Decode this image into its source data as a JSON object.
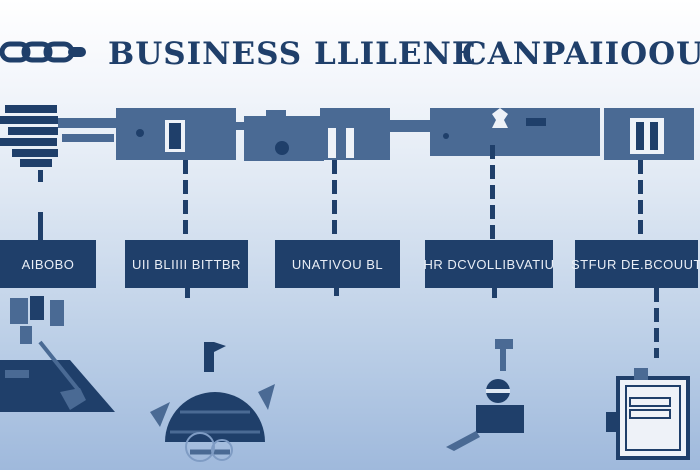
{
  "header": {
    "title_left": "BUSINESS LLILENE",
    "title_right": "CANPAIIOOU"
  },
  "stages": [
    {
      "label": "AIBOBO"
    },
    {
      "label": "UII BLIIII BITTBR"
    },
    {
      "label": "UNATIVOU BL"
    },
    {
      "label": "HR DCVOLLIBVATIU"
    },
    {
      "label": "STFUR DE.BCOUUT"
    }
  ],
  "colors": {
    "primary": "#1f3f6a",
    "mid": "#4a6a94",
    "light_text": "#e9eef6"
  },
  "icons": [
    "chain-logo-icon",
    "funnel-icon",
    "globe-icon",
    "key-icon",
    "document-icon"
  ]
}
